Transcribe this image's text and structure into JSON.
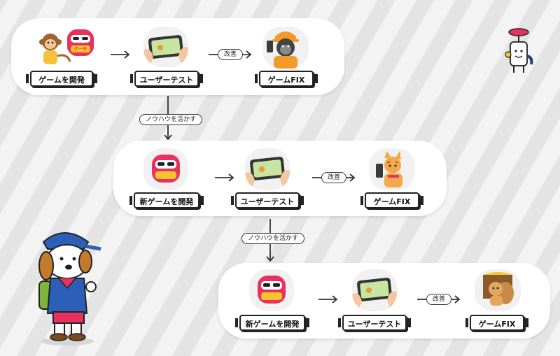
{
  "colors": {
    "game_pink": "#e8315f",
    "game_yellow": "#f6c42c",
    "tablet_green": "#c8e4a1",
    "hand_skin": "#f4c79f",
    "orange": "#f39a2b",
    "navy": "#2b3d78"
  },
  "rows": [
    {
      "develop_label": "ゲームを開発",
      "test_label": "ユーザーテスト",
      "improve_label": "改善",
      "fix_label": "ゲームFIX",
      "develop_icons": [
        "monkey-icon",
        "game-character-icon"
      ],
      "fix_icon": "gorilla-icon"
    },
    {
      "develop_label": "新ゲームを開発",
      "test_label": "ユーザーテスト",
      "improve_label": "改善",
      "fix_label": "ゲームFIX",
      "develop_icons": [
        "game-character-icon"
      ],
      "fix_icon": "cat-icon"
    },
    {
      "develop_label": "新ゲームを開発",
      "test_label": "ユーザーテスト",
      "improve_label": "改善",
      "fix_label": "ゲームFIX",
      "develop_icons": [
        "game-character-icon"
      ],
      "fix_icon": "squirrel-icon"
    }
  ],
  "connectors": [
    "ノウハウを活かす",
    "ノウハウを活かす"
  ],
  "game_character_text": "ゲーモ",
  "decorations": [
    "propeller-robot-icon",
    "dog-mascot-icon"
  ]
}
